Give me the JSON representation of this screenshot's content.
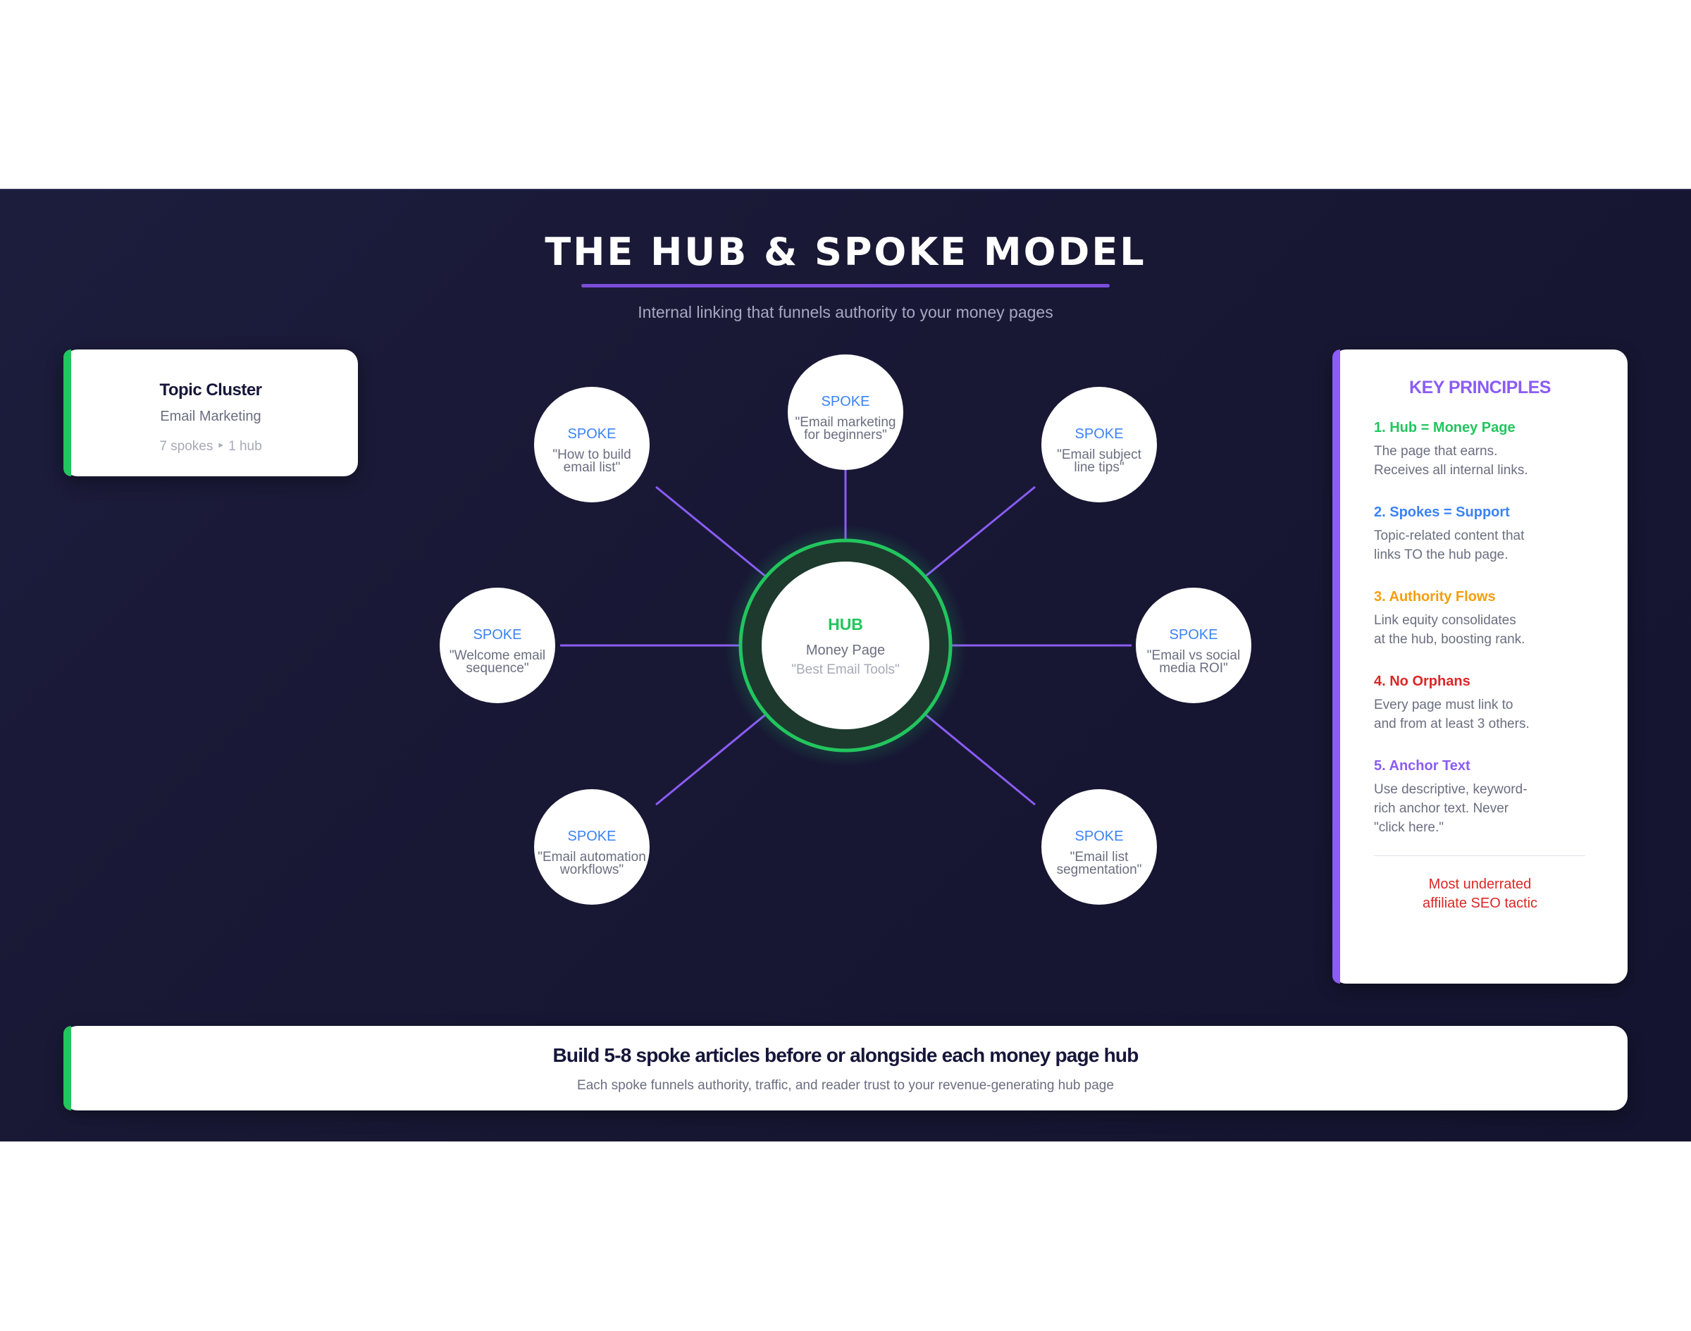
{
  "header": {
    "title": "THE HUB & SPOKE MODEL",
    "subtitle": "Internal linking that funnels authority to your money pages"
  },
  "topic_cluster": {
    "title": "Topic Cluster",
    "topic": "Email Marketing",
    "meta": "7 spokes ‣ 1 hub"
  },
  "hub": {
    "label": "HUB",
    "type": "Money Page",
    "page": "\"Best Email Tools\""
  },
  "spokes": [
    {
      "label": "SPOKE",
      "lines": [
        "\"Email marketing",
        "for beginners\""
      ]
    },
    {
      "label": "SPOKE",
      "lines": [
        "\"Email subject",
        "line tips\""
      ]
    },
    {
      "label": "SPOKE",
      "lines": [
        "\"Email vs social",
        "media ROI\""
      ]
    },
    {
      "label": "SPOKE",
      "lines": [
        "\"Email list",
        "segmentation\""
      ]
    },
    {
      "label": "SPOKE",
      "lines": [
        "\"Email automation",
        "workflows\""
      ]
    },
    {
      "label": "SPOKE",
      "lines": [
        "\"Welcome email",
        "sequence\""
      ]
    },
    {
      "label": "SPOKE",
      "lines": [
        "\"How to build",
        "email list\""
      ]
    }
  ],
  "principles": {
    "title": "KEY PRINCIPLES",
    "items": [
      {
        "heading": "1. Hub = Money Page",
        "color": "#22c55e",
        "lines": [
          "The page that earns.",
          "Receives all internal links."
        ]
      },
      {
        "heading": "2. Spokes = Support",
        "color": "#3b82f6",
        "lines": [
          "Topic-related content that",
          "links TO the hub page."
        ]
      },
      {
        "heading": "3. Authority Flows",
        "color": "#f59e0b",
        "lines": [
          "Link equity consolidates",
          "at the hub, boosting rank."
        ]
      },
      {
        "heading": "4. No Orphans",
        "color": "#dc2626",
        "lines": [
          "Every page must link to",
          "and from at least 3 others."
        ]
      },
      {
        "heading": "5. Anchor Text",
        "color": "#8b5cf6",
        "lines": [
          "Use descriptive, keyword-",
          "rich anchor text. Never",
          "\"click here.\""
        ]
      }
    ],
    "tagline": [
      "Most underrated",
      "affiliate SEO tactic"
    ]
  },
  "footer": {
    "title": "Build 5-8 spoke articles before or alongside each money page hub",
    "subtitle": "Each spoke funnels authority, traffic, and reader trust to your revenue-generating hub page"
  },
  "colors": {
    "background": "#1a1a38",
    "hub_ring": "#22c55e",
    "arrow": "#8b5cf6",
    "spoke_label": "#3b82f6",
    "hub_label": "#22c55e"
  }
}
